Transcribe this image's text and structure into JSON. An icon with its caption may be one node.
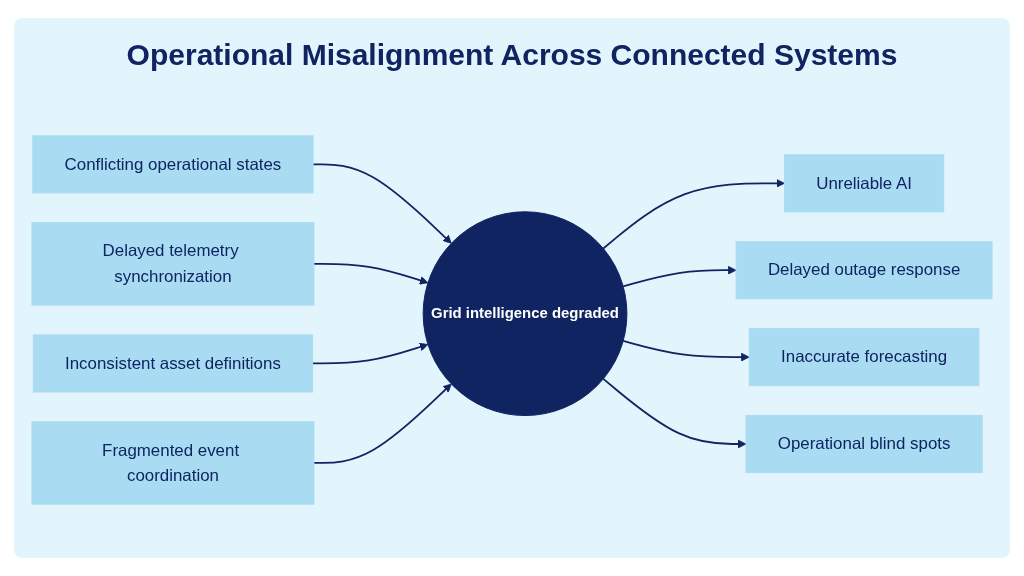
{
  "diagram": {
    "title": "Operational Misalignment Across Connected Systems",
    "nodes": [
      {
        "text": [
          "Conflicting operational states"
        ]
      },
      {
        "text": [
          "Delayed telemetry synchronization"
        ]
      },
      {
        "text": [
          "Inconsistent asset definitions"
        ]
      },
      {
        "text": [
          "Fragmented event coordination"
        ]
      },
      {
        "text": [
          "Grid intelligence degraded"
        ]
      },
      {
        "text": [
          "Unreliable AI"
        ]
      },
      {
        "text": [
          "Delayed outage response"
        ]
      },
      {
        "text": [
          "Inaccurate forecasting"
        ]
      },
      {
        "text": [
          "Operational blind spots"
        ]
      }
    ],
    "edges": [
      {
        "from": 0,
        "to": 4,
        "arrow": "to"
      },
      {
        "from": 1,
        "to": 4,
        "arrow": "to"
      },
      {
        "from": 2,
        "to": 4,
        "arrow": "to"
      },
      {
        "from": 3,
        "to": 4,
        "arrow": "to"
      },
      {
        "from": 4,
        "to": 5,
        "arrow": "to"
      },
      {
        "from": 4,
        "to": 6,
        "arrow": "to"
      },
      {
        "from": 4,
        "to": 7,
        "arrow": "to"
      },
      {
        "from": 4,
        "to": 8,
        "arrow": "to"
      }
    ]
  }
}
